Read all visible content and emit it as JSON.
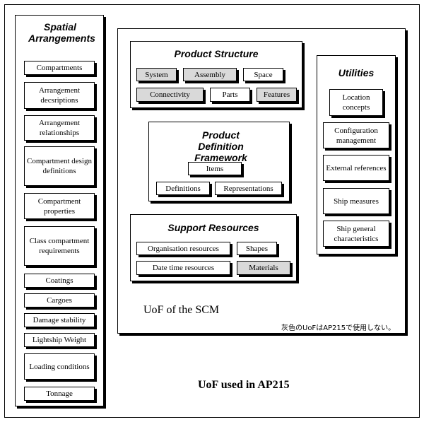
{
  "spatial": {
    "title": "Spatial Arrangements",
    "items": [
      "Compartments",
      "Arrangement decsriptions",
      "Arrangement relationships",
      "Compartment design definitions",
      "Compartment properties",
      "Class compartment requirements",
      "Coatings",
      "Cargoes",
      "Damage stability",
      "Lightship Weight",
      "Loading conditions",
      "Tonnage"
    ]
  },
  "product_structure": {
    "title": "Product Structure",
    "items": [
      "System",
      "Assembly",
      "Space",
      "Connectivity",
      "Parts",
      "Features"
    ]
  },
  "pdf": {
    "title": "Product Definition Framework",
    "items": [
      "Items",
      "Definitions",
      "Representations"
    ]
  },
  "support": {
    "title": "Support Resources",
    "items": [
      "Organisation resources",
      "Shapes",
      "Date time resources",
      "Materials"
    ]
  },
  "utilities": {
    "title": "Utilities",
    "items": [
      "Location concepts",
      "Configuration management",
      "External references",
      "Ship measures",
      "Ship general characteristics"
    ]
  },
  "scm_label": "UoF of the SCM",
  "note": "灰色のUoFはAP215で使用しない。",
  "footer": "UoF used in AP215",
  "colors": {
    "unused_fill": "#d9d9d9",
    "line": "#000000"
  }
}
